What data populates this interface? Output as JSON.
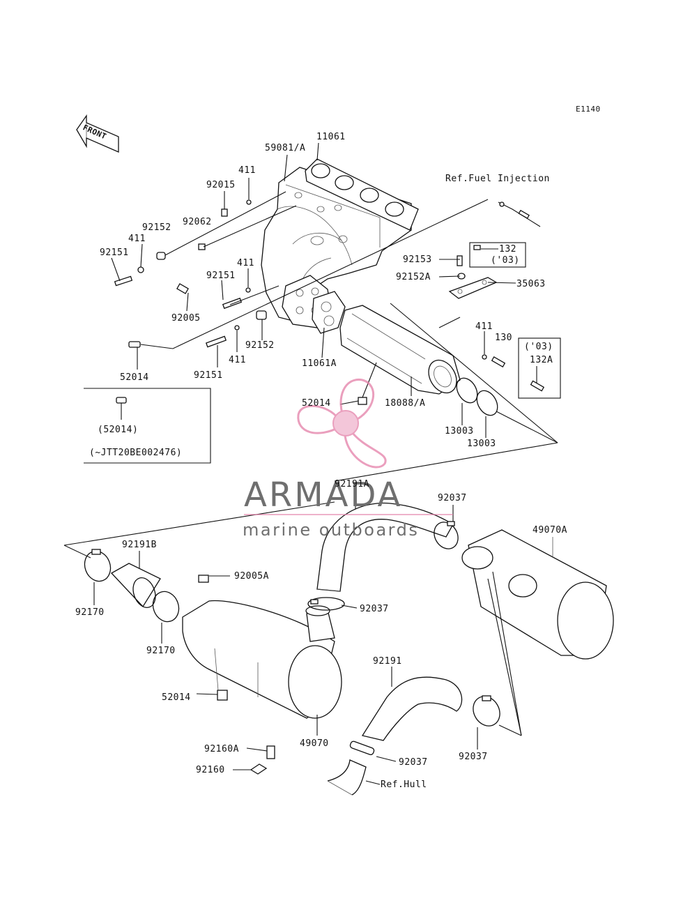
{
  "figure_id": "E1140",
  "front_label": "FRONT",
  "refs": {
    "fuel_injection": "Ref.Fuel Injection",
    "hull": "Ref.Hull"
  },
  "watermark": {
    "brand": "ARMADA",
    "tagline": "marine outboards"
  },
  "parts": {
    "p11061": "11061",
    "p59081a": "59081/A",
    "p411_a": "411",
    "p92015": "92015",
    "p92152_a": "92152",
    "p92062": "92062",
    "p411_b": "411",
    "p92151_a": "92151",
    "p411_c": "411",
    "p92151_b": "92151",
    "p92005": "92005",
    "p52014_a": "52014",
    "p92151_c": "92151",
    "p411_d": "411",
    "p92152_b": "92152",
    "p11061a": "11061A",
    "p92153": "92153",
    "p132": "132",
    "p132_year": "('03)",
    "p92152a": "92152A",
    "p35063": "35063",
    "p411_e": "411",
    "p130": "130",
    "p132a_year": "('03)",
    "p132a": "132A",
    "p52014_b": "52014",
    "p18088a": "18088/A",
    "p13003_a": "13003",
    "p13003_b": "13003",
    "p52014_inset": "(52014)",
    "inset_serial": "(~JTT20BE002476)",
    "p92191a": "92191A",
    "p92037_a": "92037",
    "p49070a": "49070A",
    "p92191b": "92191B",
    "p92005a": "92005A",
    "p92170_a": "92170",
    "p92037_b": "92037",
    "p92170_b": "92170",
    "p92191": "92191",
    "p52014_c": "52014",
    "p49070": "49070",
    "p92037_c": "92037",
    "p92160a": "92160A",
    "p92037_d": "92037",
    "p92160": "92160"
  }
}
